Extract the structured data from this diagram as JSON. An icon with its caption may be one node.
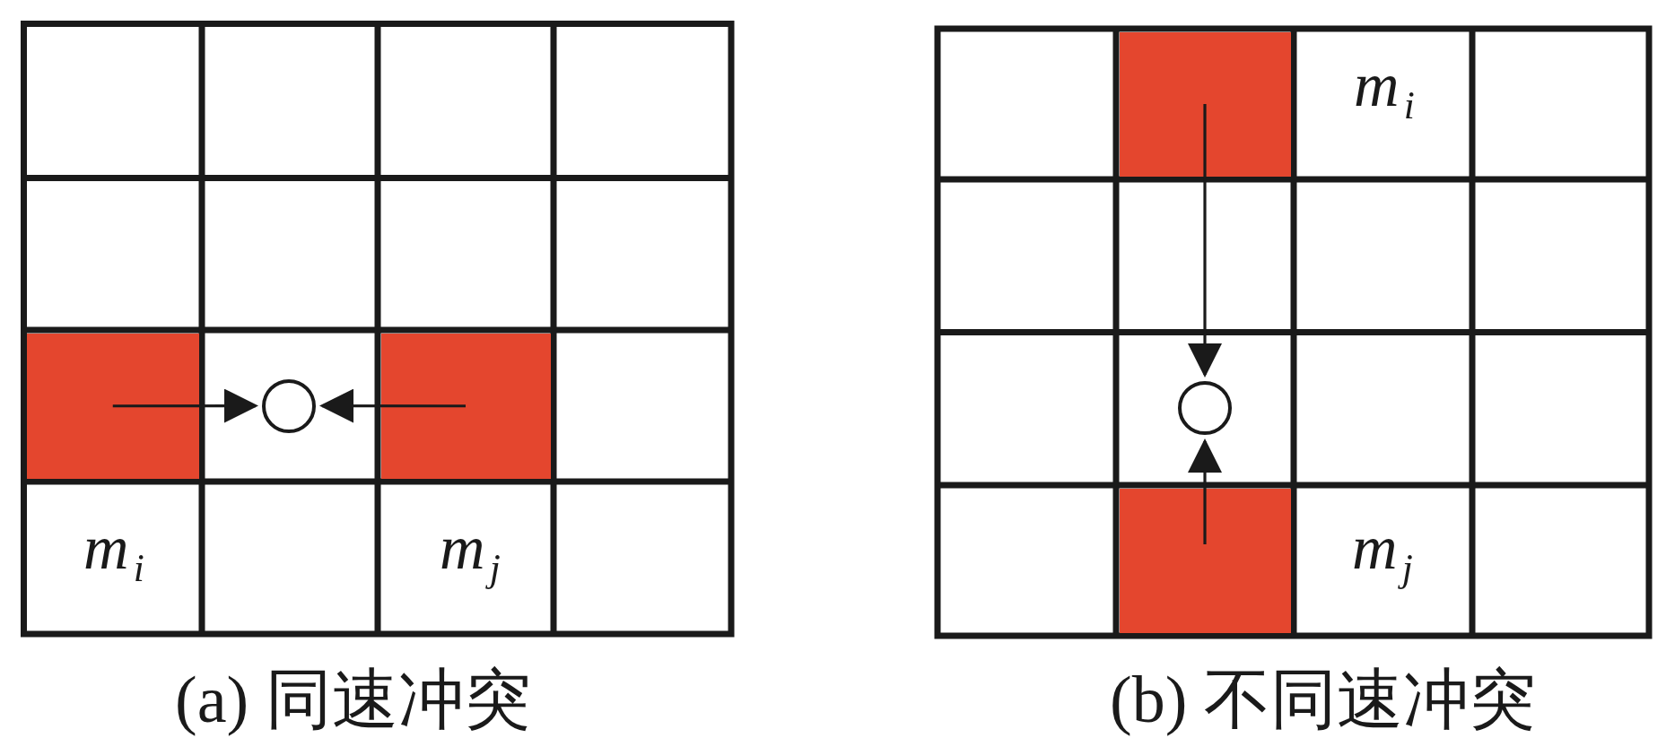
{
  "diagram": {
    "nodes": [
      {
        "text": [],
        "shape": "box"
      },
      {
        "text": [],
        "shape": "circle"
      },
      {
        "text": [],
        "shape": "box"
      },
      {
        "text": [],
        "shape": "box"
      },
      {
        "text": [],
        "shape": "circle"
      },
      {
        "text": [],
        "shape": "box"
      }
    ],
    "edges": [
      {
        "from": 0,
        "to": 1,
        "arrow": "to"
      },
      {
        "from": 2,
        "to": 1,
        "arrow": "to"
      },
      {
        "from": 3,
        "to": 4,
        "arrow": "to"
      },
      {
        "from": 5,
        "to": 4,
        "arrow": "to"
      }
    ],
    "labels": [
      "m$_{i}$",
      "m$_{j}$",
      "m$_{i}$",
      "m$_{j}$",
      "(a) 同速冲突",
      "(b) 不同速冲突"
    ]
  }
}
